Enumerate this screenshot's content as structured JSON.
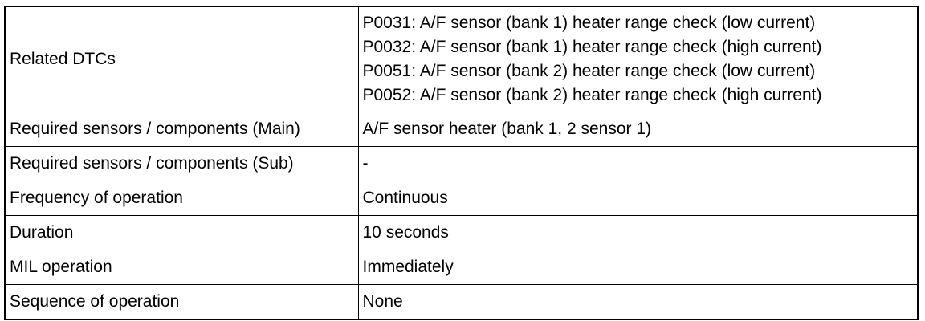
{
  "rows": [
    {
      "label": "Related DTCs",
      "values": [
        "P0031: A/F sensor (bank 1) heater range check (low current)",
        "P0032: A/F sensor (bank 1) heater range check (high current)",
        "P0051: A/F sensor (bank 2) heater range check (low current)",
        "P0052: A/F sensor (bank 2) heater range check (high current)"
      ]
    },
    {
      "label": "Required sensors / components (Main)",
      "value": "A/F sensor heater (bank 1, 2 sensor 1)"
    },
    {
      "label": "Required sensors / components (Sub)",
      "value": "-"
    },
    {
      "label": "Frequency of operation",
      "value": "Continuous"
    },
    {
      "label": "Duration",
      "value": "10 seconds"
    },
    {
      "label": "MIL operation",
      "value": "Immediately"
    },
    {
      "label": "Sequence of operation",
      "value": "None"
    }
  ]
}
